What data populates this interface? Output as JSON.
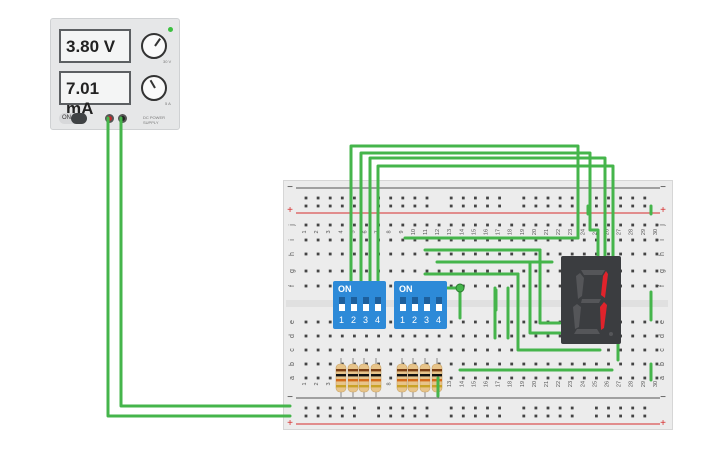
{
  "power_supply": {
    "voltage_display": "3.80 V",
    "current_display": "7.01 mA",
    "switch_label": "ON",
    "voltage_knob_label": "30 V",
    "current_knob_label": "5 A",
    "model_label": "DC POWER SUPPLY"
  },
  "breadboard": {
    "top_column_numbers": [
      "1",
      "2",
      "3",
      "4",
      "5",
      "6",
      "7",
      "8",
      "9",
      "10",
      "11",
      "12",
      "13",
      "14",
      "15",
      "16",
      "17",
      "18",
      "19",
      "20",
      "21",
      "22",
      "23",
      "24",
      "25",
      "26",
      "27",
      "28",
      "29",
      "30"
    ],
    "bottom_column_numbers": [
      "1",
      "2",
      "3",
      "4",
      "5",
      "6",
      "7",
      "8",
      "9",
      "10",
      "11",
      "12",
      "13",
      "14",
      "15",
      "16",
      "17",
      "18",
      "19",
      "20",
      "21",
      "22",
      "23",
      "24",
      "25",
      "26",
      "27",
      "28",
      "29",
      "30"
    ],
    "row_letters_top": [
      "j",
      "i",
      "h",
      "g",
      "f"
    ],
    "row_letters_bottom": [
      "e",
      "d",
      "c",
      "b",
      "a"
    ],
    "rail_plus": "+",
    "rail_minus": "−"
  },
  "dip_switch_1": {
    "label": "ON",
    "numbers": [
      "1",
      "2",
      "3",
      "4"
    ]
  },
  "dip_switch_2": {
    "label": "ON",
    "numbers": [
      "1",
      "2",
      "3",
      "4"
    ]
  },
  "seven_segment": {
    "active_segments": [
      "b",
      "c"
    ],
    "lit_color": "#e0232b",
    "off_color": "#555659"
  },
  "colors": {
    "wire": "#45b54b",
    "rail_red": "#d62b2b",
    "rail_blue": "#2b4fd6",
    "dip_blue": "#2d8ad8",
    "psu_red_jack": "#c0282d",
    "psu_black_jack": "#222222"
  }
}
